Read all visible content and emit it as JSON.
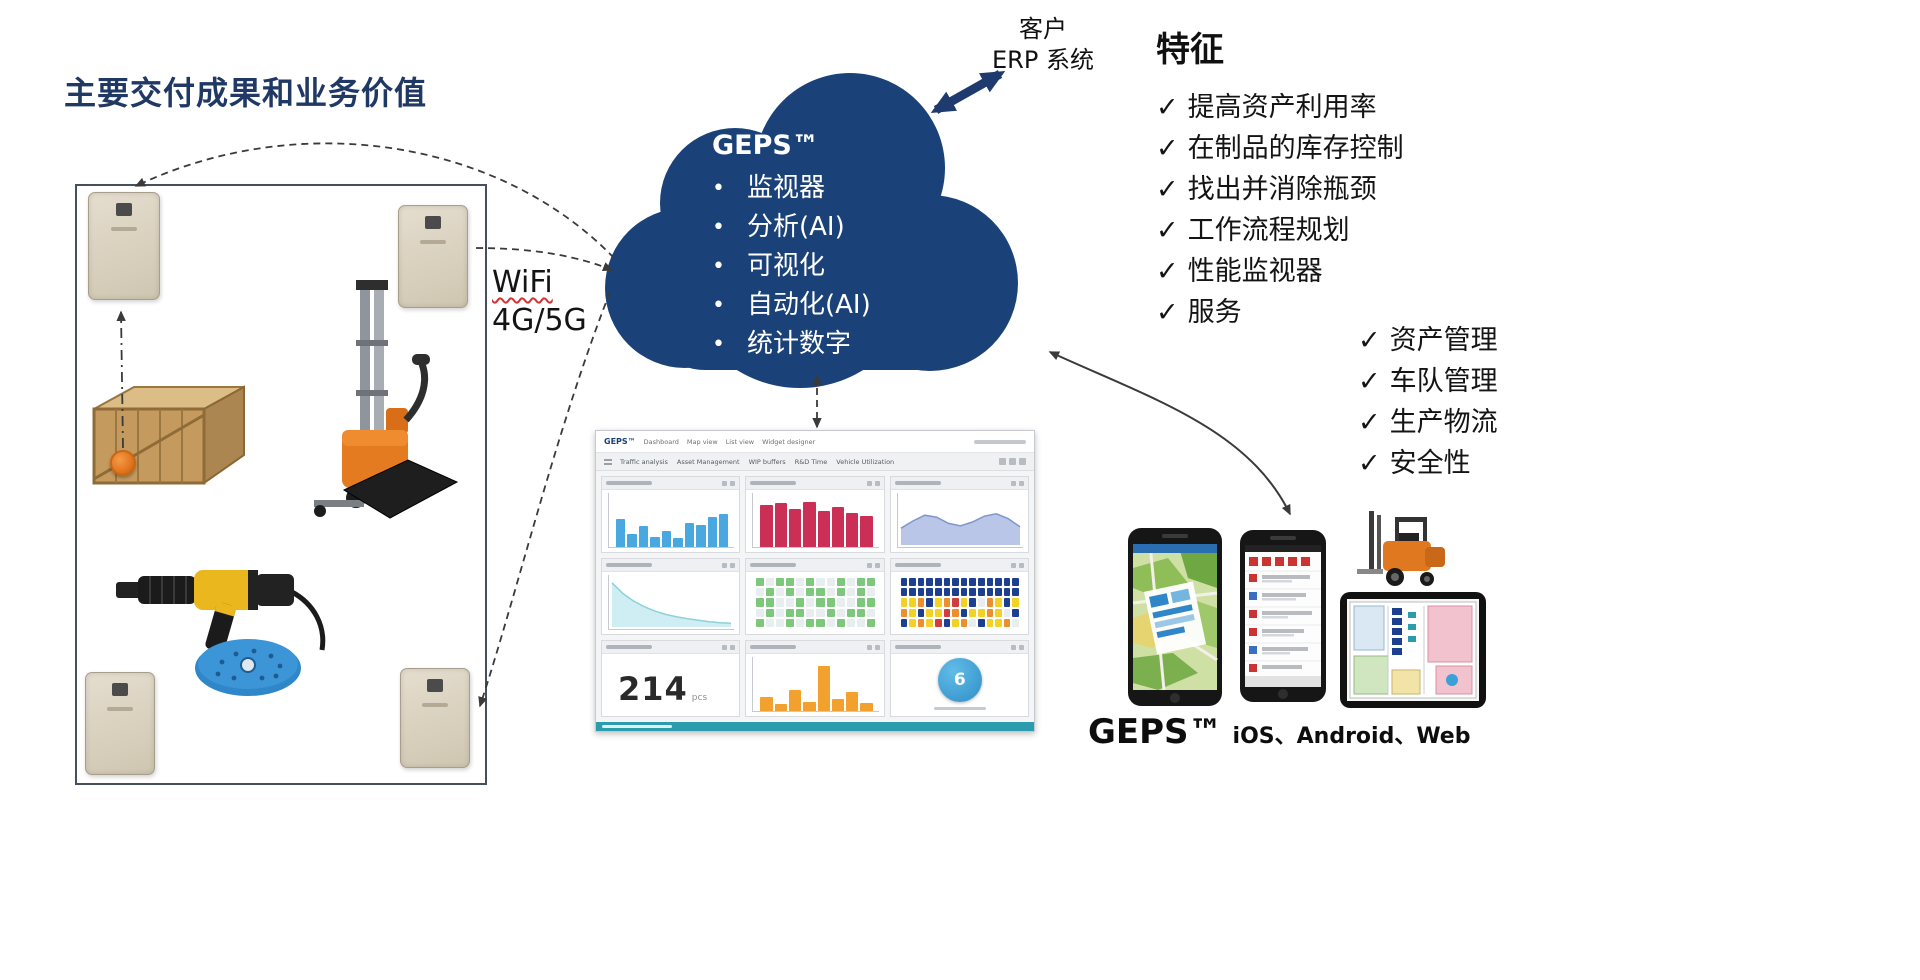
{
  "slide": {
    "title": "主要交付成果和业务价值",
    "erp": {
      "line1": "客户",
      "line2": "ERP 系统"
    },
    "wifi": {
      "line1": "WiFi",
      "line2": "4G/5G"
    }
  },
  "cloud": {
    "title": "GEPS™",
    "bullet": "•",
    "items": [
      "监视器",
      "分析(AI)",
      "可视化",
      "自动化(AI)",
      "统计数字"
    ]
  },
  "features": {
    "title": "特征",
    "check": "✓",
    "items": [
      "提高资产利用率",
      "在制品的库存控制",
      "找出并消除瓶颈",
      "工作流程规划",
      "性能监视器",
      "服务"
    ]
  },
  "capabilities": {
    "check": "✓",
    "items": [
      "资产管理",
      "车队管理",
      "生产物流",
      "安全性"
    ]
  },
  "caption": {
    "brand": "GEPS™",
    "platforms": "iOS、Android、Web"
  },
  "dashboard": {
    "nav": {
      "logo": "GEPS™",
      "items": [
        "Dashboard",
        "Map view",
        "List view",
        "Widget designer"
      ]
    },
    "tabs": [
      "Traffic analysis",
      "Asset Management",
      "WIP buffers",
      "R&D Time",
      "Vehicle Utilization"
    ],
    "big_number": {
      "value": "214",
      "unit": "pcs"
    },
    "kpi_circle": {
      "value": "6"
    },
    "charts": {
      "bars_blue": {
        "type": "bar",
        "color": "#49a8e0",
        "values": [
          55,
          25,
          42,
          20,
          32,
          18,
          48,
          44,
          58,
          64
        ]
      },
      "bars_red": {
        "type": "bar",
        "color": "#cb2f55",
        "values": [
          82,
          86,
          74,
          88,
          70,
          78,
          66,
          60
        ]
      },
      "area_waves": {
        "type": "area",
        "fill": "#b9c6e8",
        "line": "#8096cc",
        "values": [
          35,
          50,
          62,
          58,
          45,
          40,
          48,
          60,
          65,
          55,
          38
        ]
      },
      "area_decay": {
        "type": "area",
        "fill": "#cfeef4",
        "line": "#8fd0da",
        "values": [
          92,
          70,
          54,
          42,
          33,
          26,
          21,
          17,
          14,
          11,
          9,
          8
        ]
      },
      "heat_green": {
        "type": "heatmap",
        "palette": {
          "g": "#7dc87d",
          "e": "#e8eef0"
        },
        "rows": [
          "geggegeegegg",
          "egegeggegege",
          "ggeegeggeegg",
          "egeggeegegge",
          "geegeggegeeg"
        ]
      },
      "heat_multi": {
        "type": "heatmap",
        "palette": {
          "n": "#1c3f8f",
          "y": "#f3d226",
          "o": "#ee8f2e",
          "r": "#d23c3c",
          "e": "#e8eef0"
        },
        "rows": [
          "nnnnnnnnnnnnnn",
          "nnnnnnnnnnnnnn",
          "yyonyoryneoyny",
          "oynyyronyyoyen",
          "nyoyrnyoenyyoe"
        ]
      },
      "bars_orange": {
        "type": "bar",
        "color": "#f2a02e",
        "values": [
          28,
          14,
          42,
          18,
          88,
          24,
          38,
          16
        ]
      }
    }
  },
  "colors": {
    "cloud_navy": "#1b4278",
    "arrow_navy": "#1e3a6e",
    "accent_orange": "#e57b20",
    "disc_blue": "#2f86c8",
    "teal_strip": "#2a9cae",
    "title_navy": "#1f3864"
  }
}
